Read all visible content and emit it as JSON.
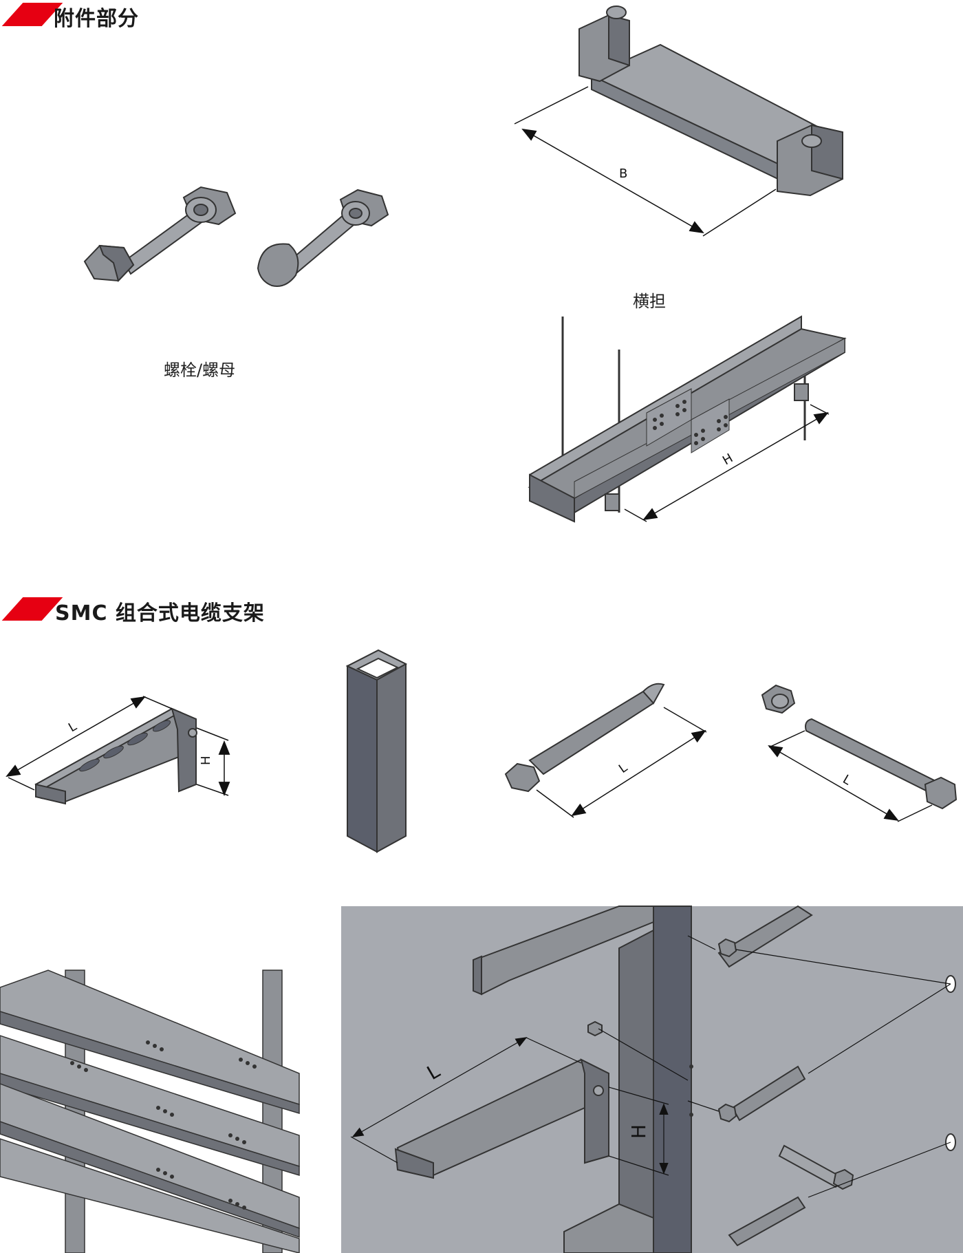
{
  "section1": {
    "title": "附件部分"
  },
  "section2": {
    "title": "SMC 组合式电缆支架"
  },
  "captions": {
    "bolt_nut": "螺栓/螺母",
    "crossarm": "横担"
  },
  "dimensions": {
    "crossarm_width": "B",
    "tray_height": "H",
    "bracket_length": "L",
    "bracket_height": "H",
    "anchor_length": "L",
    "bolt_length": "L",
    "assembly_length": "L",
    "assembly_height": "H"
  },
  "colors": {
    "accent": "#e60012",
    "part_gray": "#8e9196",
    "part_dark": "#5b5f6b",
    "panel_bg": "#a7aab0"
  }
}
